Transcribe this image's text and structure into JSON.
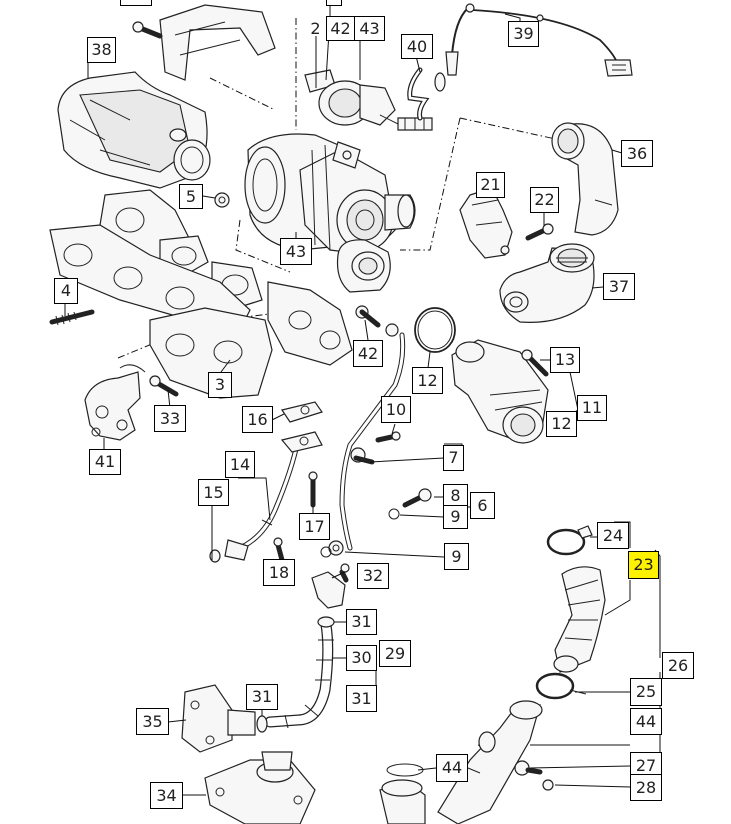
{
  "labels": {
    "l38": "38",
    "l39": "39",
    "l40": "40",
    "l2": "2",
    "l42a": "42",
    "l43a": "43",
    "l5": "5",
    "l21": "21",
    "l22": "22",
    "l36": "36",
    "l4": "4",
    "l43b": "43",
    "l37": "37",
    "l42b": "42",
    "l12a": "12",
    "l13": "13",
    "l11": "11",
    "l12b": "12",
    "l3": "3",
    "l33": "33",
    "l10": "10",
    "l16": "16",
    "l41": "41",
    "l7": "7",
    "l14": "14",
    "l15": "15",
    "l8": "8",
    "l6": "6",
    "l9a": "9",
    "l17": "17",
    "l24": "24",
    "l23": "23",
    "l9b": "9",
    "l18": "18",
    "l32": "32",
    "l31a": "31",
    "l29": "29",
    "l30": "30",
    "l26": "26",
    "l25": "25",
    "l31b": "31",
    "l31c": "31",
    "l35": "35",
    "l44a": "44",
    "l44b": "44",
    "l27": "27",
    "l28": "28",
    "l34": "34"
  },
  "highlight_label": "23",
  "highlight_color": "#fff200"
}
